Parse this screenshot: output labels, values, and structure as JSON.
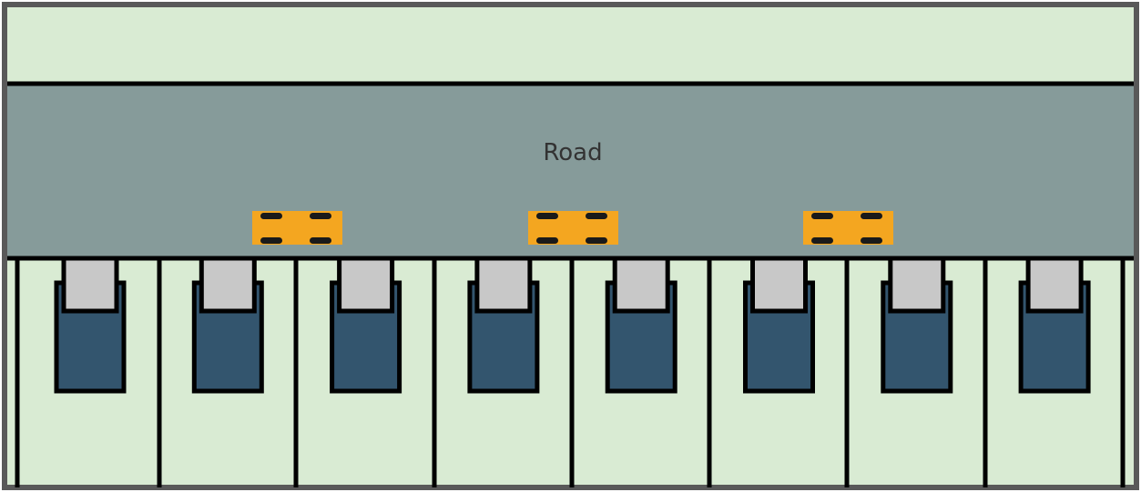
{
  "road": {
    "label": "Road"
  },
  "colors": {
    "frame": "#595959",
    "grass": "#d9ebd3",
    "road": "#869b9a",
    "outline": "#000000",
    "car": "#f4a620",
    "car_wheel": "#1a1a1a",
    "garage": "#33556e",
    "garage_door": "#c8c8c8"
  },
  "cars": [
    {
      "name": "car-1"
    },
    {
      "name": "car-2"
    },
    {
      "name": "car-3"
    }
  ],
  "lots": [
    {
      "name": "lot-1"
    },
    {
      "name": "lot-2"
    },
    {
      "name": "lot-3"
    },
    {
      "name": "lot-4"
    },
    {
      "name": "lot-5"
    },
    {
      "name": "lot-6"
    },
    {
      "name": "lot-7"
    },
    {
      "name": "lot-8"
    }
  ]
}
